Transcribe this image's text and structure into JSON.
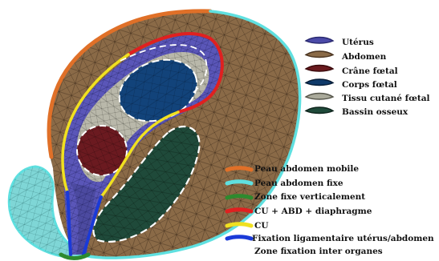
{
  "materials_legend": [
    {
      "label": "Utérus",
      "icon": "uterus-swatch-icon",
      "fill": "#4b4aa8",
      "stroke": "#2a2a70"
    },
    {
      "label": "Abdomen",
      "icon": "abdomen-swatch-icon",
      "fill": "#8a6a47",
      "stroke": "#4a3420"
    },
    {
      "label": "Crâne fœtal",
      "icon": "fetal-skull-swatch-icon",
      "fill": "#6a1a1e",
      "stroke": "#3a0a0c"
    },
    {
      "label": "Corps fœtal",
      "icon": "fetal-body-swatch-icon",
      "fill": "#0f3a6a",
      "stroke": "#061c36"
    },
    {
      "label": "Tissu cutané fœtal",
      "icon": "fetal-skin-swatch-icon",
      "fill": "#a9a99a",
      "stroke": "#55554a"
    },
    {
      "label": "Bassin osseux",
      "icon": "pelvis-swatch-icon",
      "fill": "#1f4a3a",
      "stroke": "#0e241c"
    }
  ],
  "boundary_legend": [
    {
      "label": "Peau abdomen mobile",
      "color": "#e07028",
      "icon": "mobile-skin-line-icon"
    },
    {
      "label": "Peau abdomen fixe",
      "color": "#5fe0e0",
      "icon": "fixed-skin-line-icon"
    },
    {
      "label": "Zone fixe verticalement",
      "color": "#2e8a2e",
      "icon": "vertical-fixed-line-icon"
    },
    {
      "label": "CU + ABD + diaphragme",
      "color": "#e02020",
      "icon": "cu-abd-diaphragm-line-icon"
    },
    {
      "label": "CU",
      "color": "#f0e020",
      "icon": "cu-line-icon"
    },
    {
      "label": "Fixation ligamentaire utérus/abdomen",
      "color": "#1a3ad8",
      "icon": "ligament-fixation-line-icon"
    },
    {
      "label": "Zone fixation inter organes",
      "color": "#ffffff",
      "icon": "inter-organ-fixation-line-icon"
    }
  ],
  "colors": {
    "abdomen": "#8a6a47",
    "abdomen_mesh": "#2b1d10",
    "uterus": "#5a56b8",
    "fetal_skin": "#b9b8aa",
    "fetal_body": "#12437a",
    "fetal_skull": "#6b1a20",
    "pelvis": "#1f4a3a",
    "fixed_skin": "#5fe0e0"
  }
}
